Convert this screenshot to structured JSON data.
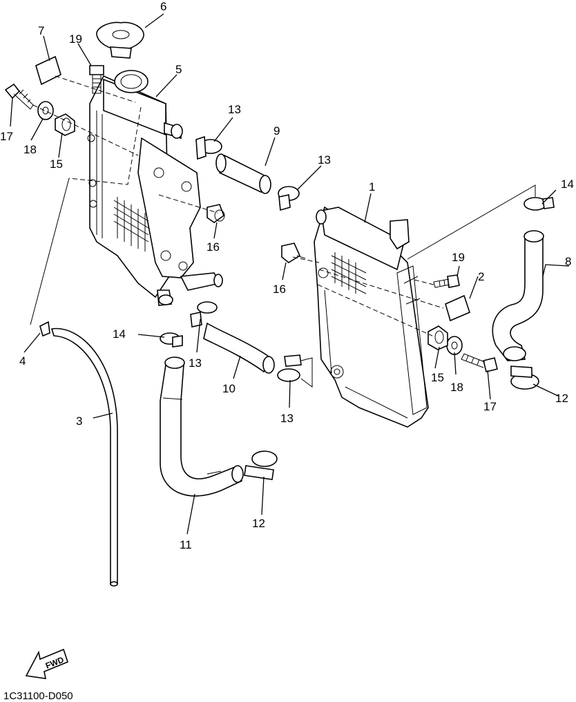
{
  "callouts": [
    {
      "id": "c1",
      "text": "1"
    },
    {
      "id": "c2",
      "text": "2"
    },
    {
      "id": "c3",
      "text": "3"
    },
    {
      "id": "c4",
      "text": "4"
    },
    {
      "id": "c5",
      "text": "5"
    },
    {
      "id": "c6",
      "text": "6"
    },
    {
      "id": "c7",
      "text": "7"
    },
    {
      "id": "c8",
      "text": "8"
    },
    {
      "id": "c9",
      "text": "9"
    },
    {
      "id": "c10",
      "text": "10"
    },
    {
      "id": "c11",
      "text": "11"
    },
    {
      "id": "c12a",
      "text": "12"
    },
    {
      "id": "c12b",
      "text": "12"
    },
    {
      "id": "c13a",
      "text": "13"
    },
    {
      "id": "c13b",
      "text": "13"
    },
    {
      "id": "c13c",
      "text": "13"
    },
    {
      "id": "c13d",
      "text": "13"
    },
    {
      "id": "c14a",
      "text": "14"
    },
    {
      "id": "c14b",
      "text": "14"
    },
    {
      "id": "c15a",
      "text": "15"
    },
    {
      "id": "c15b",
      "text": "15"
    },
    {
      "id": "c16a",
      "text": "16"
    },
    {
      "id": "c16b",
      "text": "16"
    },
    {
      "id": "c17a",
      "text": "17"
    },
    {
      "id": "c17b",
      "text": "17"
    },
    {
      "id": "c18a",
      "text": "18"
    },
    {
      "id": "c18b",
      "text": "18"
    },
    {
      "id": "c19a",
      "text": "19"
    },
    {
      "id": "c19b",
      "text": "19"
    }
  ],
  "fwd_label": "FWD",
  "diagram_code": "1C31100-D050"
}
